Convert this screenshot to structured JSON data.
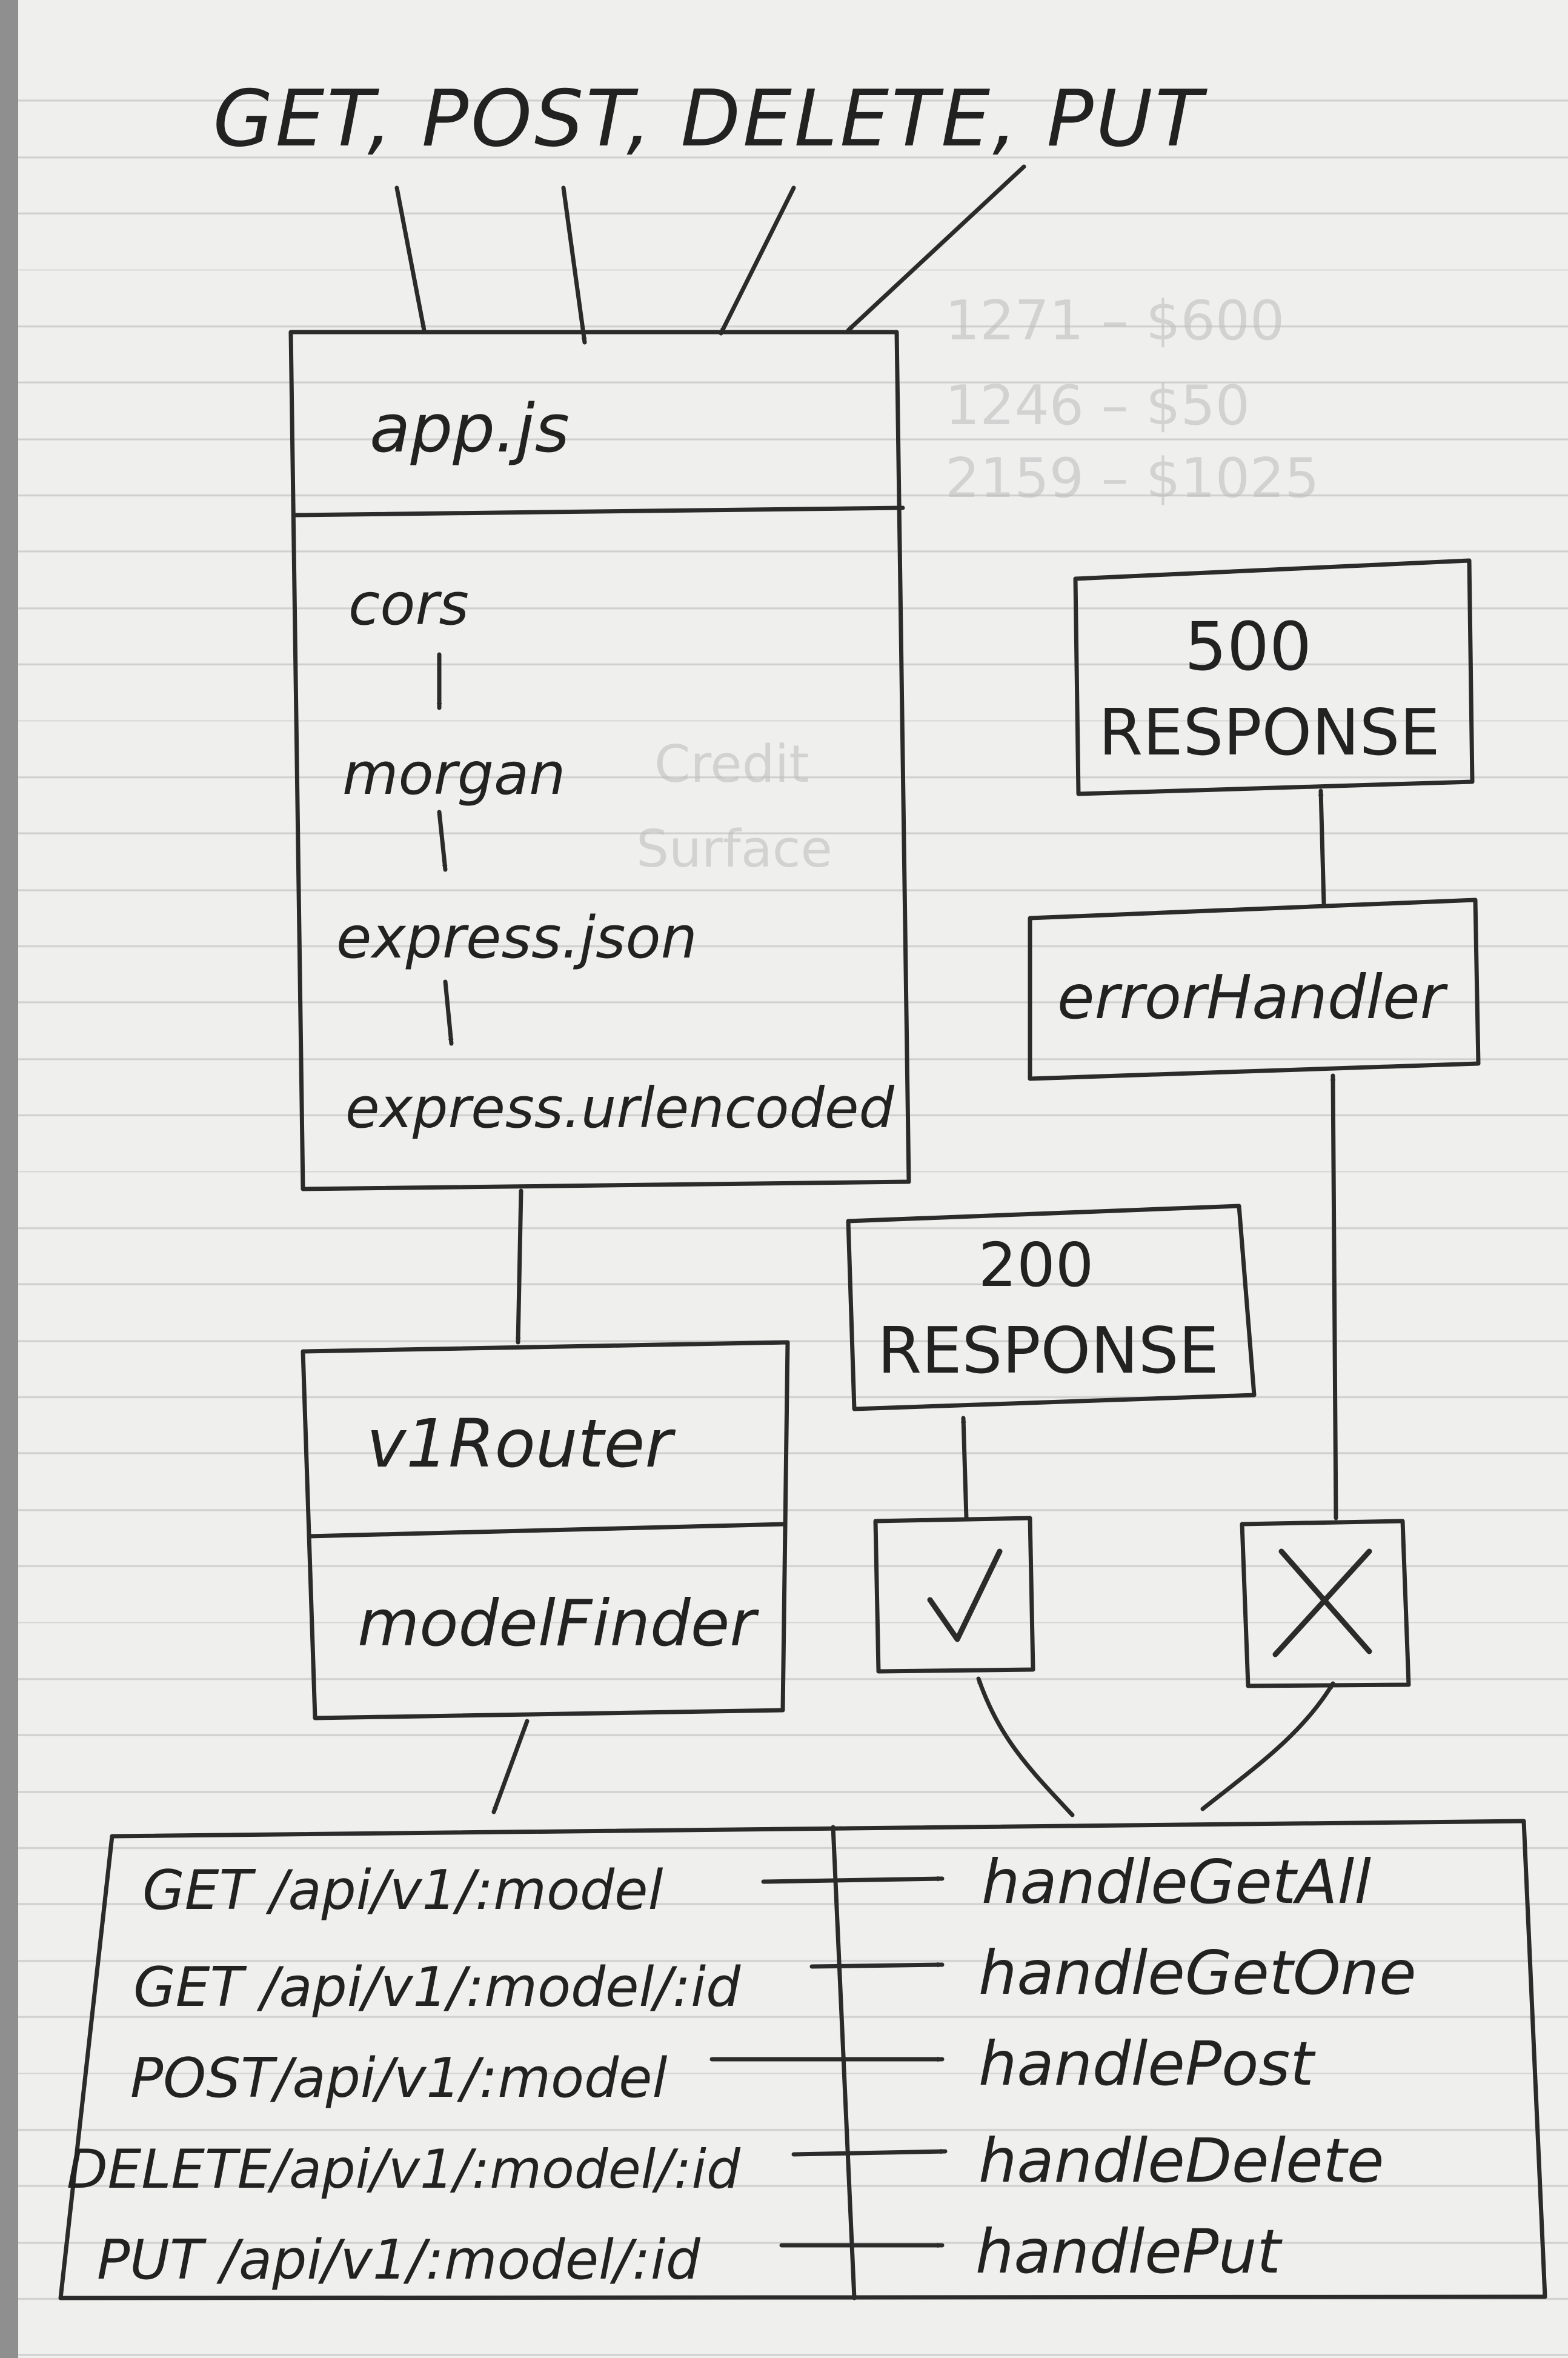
{
  "diagram": {
    "methods_label": "GET, POST, DELETE, PUT",
    "app_box": {
      "title": "app.js",
      "middleware": [
        "cors",
        "morgan",
        "express.json",
        "express.urlencoded"
      ]
    },
    "router_box": {
      "title": "v1Router",
      "section": "modelFinder"
    },
    "routes": [
      {
        "path": "GET /api/v1/:model",
        "handler": "handleGetAll"
      },
      {
        "path": "GET /api/v1/:model/:id",
        "handler": "handleGetOne"
      },
      {
        "path": "POST/api/v1/:model",
        "handler": "handlePost"
      },
      {
        "path": "DELETE/api/v1/:model/:id",
        "handler": "handleDelete"
      },
      {
        "path": "PUT /api/v1/:model/:id",
        "handler": "handlePut"
      }
    ],
    "success": {
      "mark_icon": "check-icon",
      "status": "200",
      "label": "RESPONSE"
    },
    "failure": {
      "mark_icon": "x-icon",
      "handler": "errorHandler",
      "status": "500",
      "label": "RESPONSE"
    },
    "ink_color": "#2b2b2b",
    "paper_color": "#efefed"
  }
}
